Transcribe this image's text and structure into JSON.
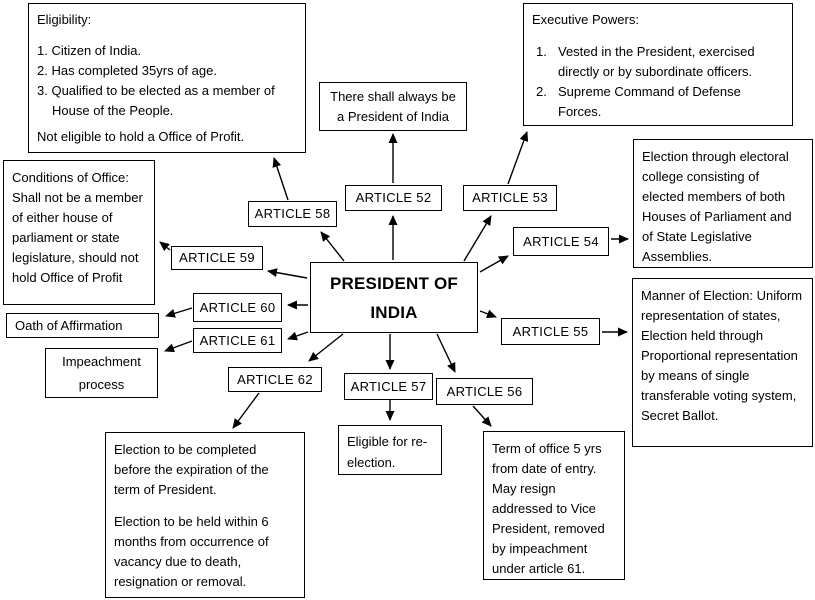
{
  "center_box": {
    "title": "PRESIDENT OF\nINDIA"
  },
  "articles": [
    {
      "label": "ARTICLE 52"
    },
    {
      "label": "ARTICLE 53"
    },
    {
      "label": "ARTICLE 54"
    },
    {
      "label": "ARTICLE 55"
    },
    {
      "label": "ARTICLE 56"
    },
    {
      "label": "ARTICLE 57"
    },
    {
      "label": "ARTICLE 58"
    },
    {
      "label": "ARTICLE 59"
    },
    {
      "label": "ARTICLE 60"
    },
    {
      "label": "ARTICLE 61"
    },
    {
      "label": "ARTICLE 62"
    }
  ],
  "notes": {
    "always_president": "There shall always be a President of India",
    "eligibility": {
      "title": "Eligibility:",
      "items": [
        "1. Citizen of India.",
        "2. Has completed 35yrs of age.",
        "3. Qualified to be elected as a member of House of the People."
      ],
      "footer": "Not eligible to hold a Office of Profit."
    },
    "executive_powers": {
      "title": "Executive Powers:",
      "items": [
        {
          "num": "1.",
          "text": "Vested in the President, exercised directly or by subordinate officers."
        },
        {
          "num": "2.",
          "text": "Supreme Command of Defense Forces."
        }
      ]
    },
    "electoral_college": "Election through electoral college consisting of elected members of both Houses of Parliament and of State Legislative Assemblies.",
    "manner_of_election": "Manner of Election: Uniform representation of states, Election held through Proportional representation by means of single transferable voting system, Secret Ballot.",
    "conditions_of_office": "Conditions of Office: Shall not be a member of either house of parliament or state legislature, should not hold Office of Profit",
    "oath": "Oath of Affirmation",
    "impeachment": "Impeachment process",
    "election_timing": {
      "para1": "Election to be completed before the expiration of the term of President.",
      "para2": "Election to be held within 6 months from occurrence of vacancy due to death, resignation or removal."
    },
    "reelection": "Eligible for re-election.",
    "term_of_office": "Term of office 5 yrs from date of entry. May resign addressed to Vice President, removed by impeachment under article 61."
  },
  "colors": {
    "line": "#000000",
    "background": "#ffffff",
    "text": "#000000"
  }
}
